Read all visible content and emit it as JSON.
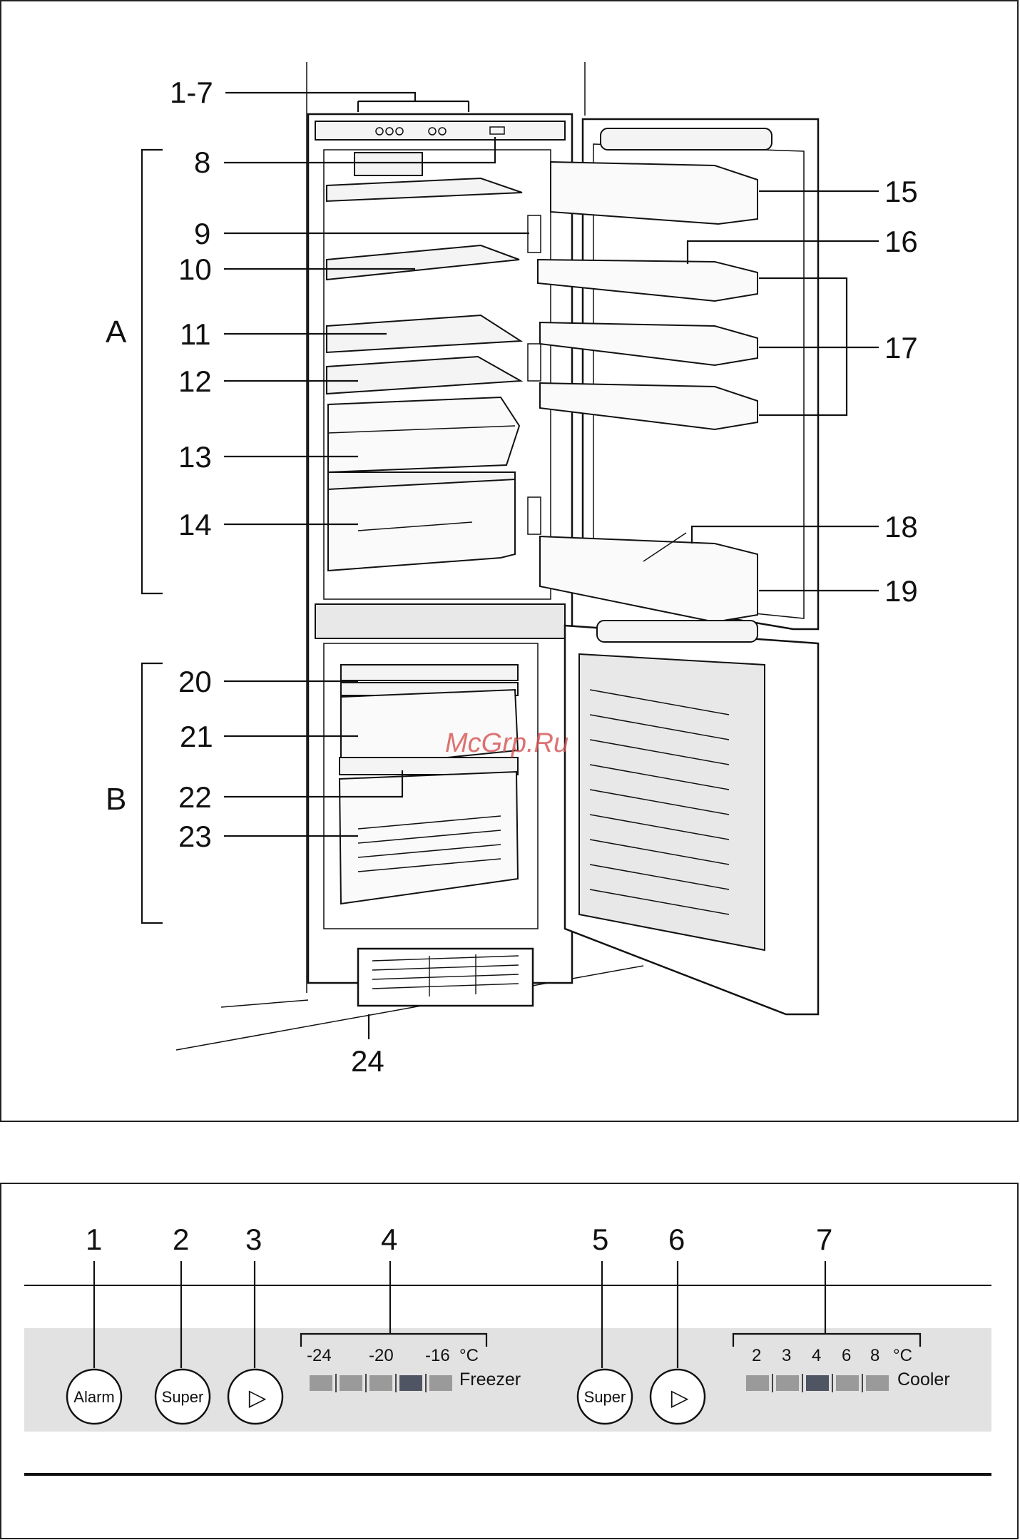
{
  "watermark": "McGrp.Ru",
  "figure1": {
    "labels_left": [
      {
        "text": "1-7"
      },
      {
        "text": "8"
      },
      {
        "text": "9"
      },
      {
        "text": "10"
      },
      {
        "text": "11"
      },
      {
        "text": "12"
      },
      {
        "text": "13"
      },
      {
        "text": "14"
      },
      {
        "text": "20"
      },
      {
        "text": "21"
      },
      {
        "text": "22"
      },
      {
        "text": "23"
      }
    ],
    "labels_right": [
      {
        "text": "15"
      },
      {
        "text": "16"
      },
      {
        "text": "17"
      },
      {
        "text": "18"
      },
      {
        "text": "19"
      }
    ],
    "label_bottom": "24",
    "groups": [
      {
        "text": "A"
      },
      {
        "text": "B"
      }
    ]
  },
  "figure2": {
    "callouts": [
      "1",
      "2",
      "3",
      "4",
      "5",
      "6",
      "7"
    ],
    "buttons": {
      "alarm": "Alarm",
      "super_freezer": "Super",
      "next_freezer": "▷",
      "super_cooler": "Super",
      "next_cooler": "▷"
    },
    "freezer": {
      "scale": [
        "-24",
        "-20",
        "-16"
      ],
      "unit": "°C",
      "label": "Freezer",
      "segments": 5,
      "active_segment": 4
    },
    "cooler": {
      "scale": [
        "2",
        "3",
        "4",
        "6",
        "8"
      ],
      "unit": "°C",
      "label": "Cooler",
      "segments": 5,
      "active_segment": 3
    },
    "colors": {
      "panel": "#e2e2e2",
      "segment": "#9a9a9a",
      "segment_active": "#505564"
    }
  }
}
